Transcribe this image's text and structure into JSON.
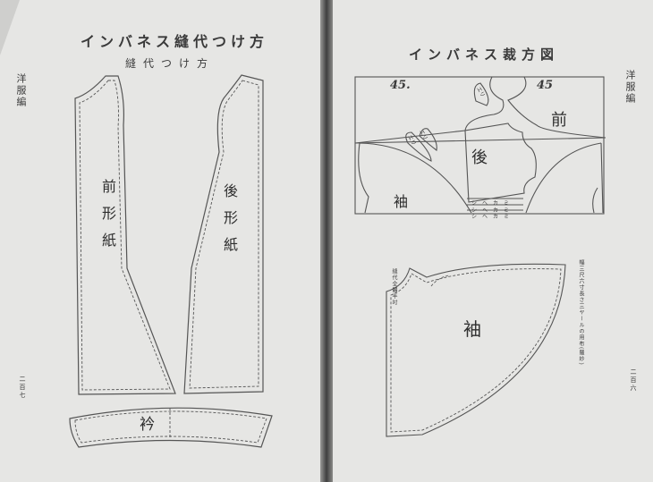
{
  "left_page": {
    "title": "インバネス縫代つけ方",
    "subtitle": "縫代つけ方",
    "running_head": "洋服編",
    "front_label": "前形紙",
    "back_label": "後形紙",
    "collar_label": "衿",
    "page_number": "二百七"
  },
  "right_page": {
    "title": "インバネス裁方図",
    "running_head": "洋服編",
    "width_left": "45.",
    "width_right": "45",
    "front_label": "前",
    "back_label": "後",
    "sleeve_label": "袖",
    "collar_labels": [
      "エリ",
      "エリ",
      "エリ"
    ],
    "facing_labels": [
      "ミカヘシ",
      "ミカヘシ",
      "ミカヘシ"
    ],
    "seam_note": "縫代全體半吋",
    "fabric_note": "幅三尺六寸長さ三ヤールの用布(羅紗)",
    "sleeve_pattern_label": "袖",
    "page_number": "二百六"
  }
}
